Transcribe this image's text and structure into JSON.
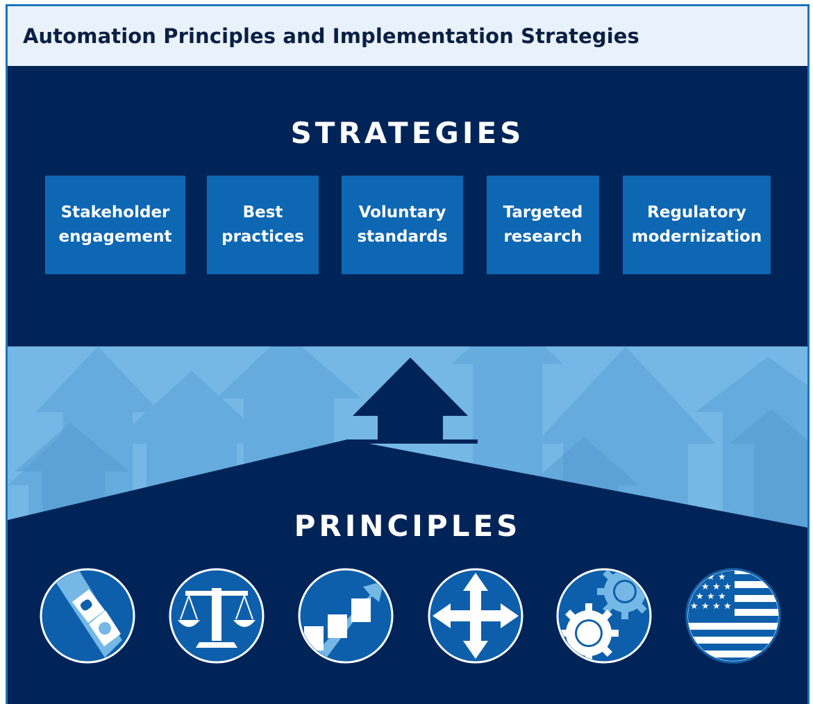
{
  "title": "Automation Principles and Implementation Strategies",
  "strategies": {
    "heading": "STRATEGIES",
    "items": [
      {
        "line1": "Stakeholder",
        "line2": "engagement"
      },
      {
        "line1": "Best",
        "line2": "practices"
      },
      {
        "line1": "Voluntary",
        "line2": "standards"
      },
      {
        "line1": "Targeted",
        "line2": "research"
      },
      {
        "line1": "Regulatory",
        "line2": "modernization"
      }
    ]
  },
  "principles": {
    "heading": "PRINCIPLES",
    "icons": [
      "seatbelt-icon",
      "scales-icon",
      "growth-chart-icon",
      "four-way-arrows-icon",
      "gears-icon",
      "us-flag-icon"
    ]
  },
  "colors": {
    "navy": "#012458",
    "box_blue": "#0e67b3",
    "light_blue": "#75b8e5",
    "border": "#1b74bb",
    "title_bg": "#e9f1fa"
  }
}
